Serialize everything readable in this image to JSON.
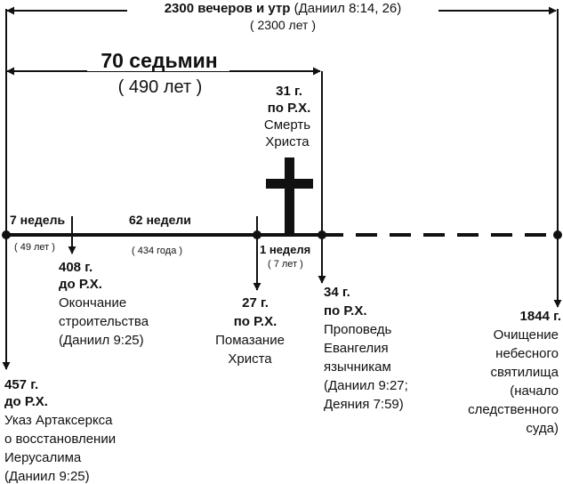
{
  "colors": {
    "ink": "#111111",
    "background": "#ffffff"
  },
  "top_span": {
    "title_bold": "2300 вечеров и утр",
    "title_ref": " (Даниил 8:14, 26)",
    "subtitle": "( 2300 лет )"
  },
  "seventy_weeks": {
    "title": "70 седьмин",
    "subtitle": "( 490 лет )"
  },
  "cross_event": {
    "year": "31 г.",
    "era": "по Р.Х.",
    "line1": "Смерть",
    "line2": "Христа",
    "icon": "cross-icon"
  },
  "segments": {
    "seven_weeks": {
      "label": "7 недель",
      "years": "( 49 лет )"
    },
    "sixty_two_weeks": {
      "label": "62 недели",
      "years": "( 434 года )"
    },
    "one_week": {
      "label": "1 неделя",
      "years": "( 7 лет )"
    }
  },
  "events": {
    "e457": {
      "year": "457 г.",
      "era": "до Р.Х.",
      "lines": [
        "Указ Артаксеркса",
        "о восстановлении",
        "Иерусалима",
        "(Даниил 9:25)"
      ]
    },
    "e408": {
      "year": "408 г.",
      "era": "до Р.Х.",
      "lines": [
        "Окончание",
        "строительства",
        "(Даниил 9:25)"
      ]
    },
    "e27": {
      "year": "27 г.",
      "era": "по Р.Х.",
      "lines": [
        "Помазание",
        "Христа"
      ]
    },
    "e34": {
      "year": "34 г.",
      "era": "по Р.Х.",
      "lines": [
        "Проповедь",
        "Евангелия",
        "язычникам",
        "(Даниил 9:27;",
        "Деяния 7:59)"
      ]
    },
    "e1844": {
      "year": "1844 г.",
      "lines": [
        "Очищение",
        "небесного",
        "святилища",
        "(начало",
        "следственного",
        "суда)"
      ]
    }
  }
}
